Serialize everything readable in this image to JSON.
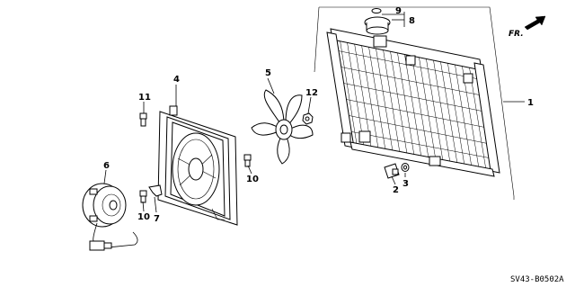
{
  "direction_label": "FR.",
  "diagram_code": "SV43-B0502A",
  "callouts": {
    "radiator": "1",
    "drain_plug": "2",
    "o_ring": "3",
    "shroud": "4",
    "fan": "5",
    "fan_motor": "6",
    "clip": "7",
    "cap_assy": "8",
    "cap_gasket": "9",
    "bolt_shroud": "10",
    "bolt_motor": "10",
    "bolt_top": "11",
    "nut_fan": "12"
  }
}
